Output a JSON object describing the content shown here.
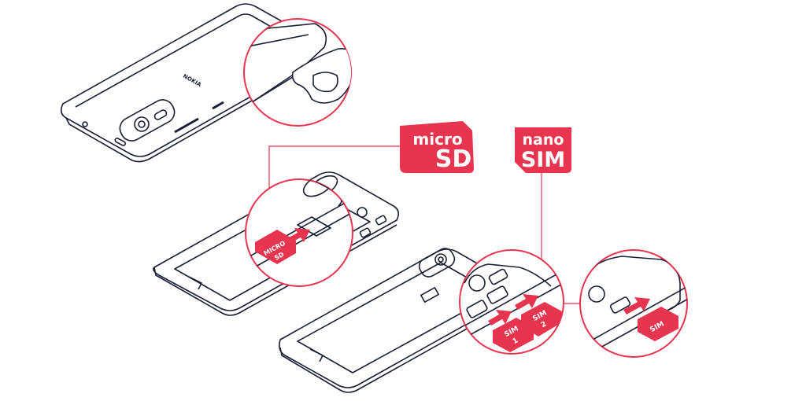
{
  "phone_brand_text": "NOKIA",
  "badges": {
    "microsd_line1": "micro",
    "microsd_line2": "SD",
    "nanosim_line1": "nano",
    "nanosim_line2": "SIM"
  },
  "cards": {
    "micro_sd_line1": "MICRO",
    "micro_sd_line2": "SD",
    "sim1_line1": "SIM",
    "sim1_line2": "1",
    "sim2_line1": "SIM",
    "sim2_line2": "2",
    "sim_single": "SIM"
  },
  "colors": {
    "accent": "#e8354f",
    "outline": "#1a1f36",
    "background": "#ffffff"
  }
}
